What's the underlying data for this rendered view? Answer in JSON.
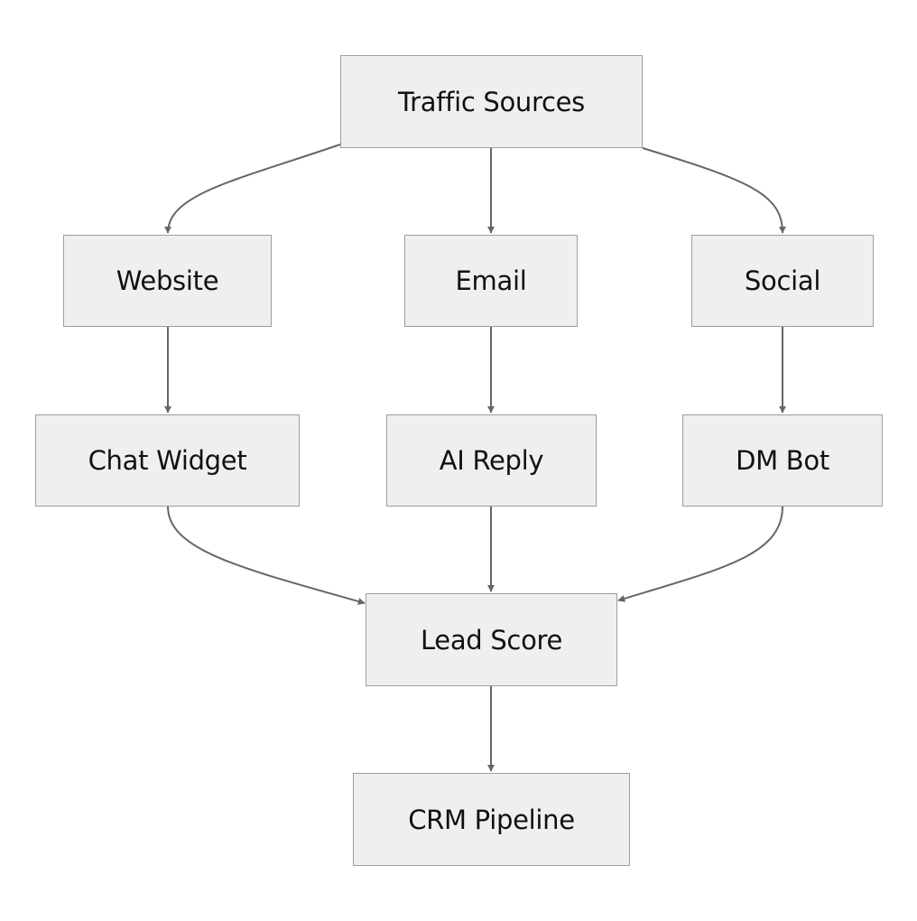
{
  "nodes": {
    "traffic_sources": "Traffic Sources",
    "website": "Website",
    "email": "Email",
    "social": "Social",
    "chat_widget": "Chat Widget",
    "ai_reply": "AI Reply",
    "dm_bot": "DM Bot",
    "lead_score": "Lead Score",
    "crm_pipeline": "CRM Pipeline"
  },
  "edges": [
    {
      "from": "traffic_sources",
      "to": "website"
    },
    {
      "from": "traffic_sources",
      "to": "email"
    },
    {
      "from": "traffic_sources",
      "to": "social"
    },
    {
      "from": "website",
      "to": "chat_widget"
    },
    {
      "from": "email",
      "to": "ai_reply"
    },
    {
      "from": "social",
      "to": "dm_bot"
    },
    {
      "from": "chat_widget",
      "to": "lead_score"
    },
    {
      "from": "ai_reply",
      "to": "lead_score"
    },
    {
      "from": "dm_bot",
      "to": "lead_score"
    },
    {
      "from": "lead_score",
      "to": "crm_pipeline"
    }
  ],
  "colors": {
    "node_fill": "#efefef",
    "node_border": "#9e9e9e",
    "edge": "#666666",
    "text": "#111111"
  }
}
